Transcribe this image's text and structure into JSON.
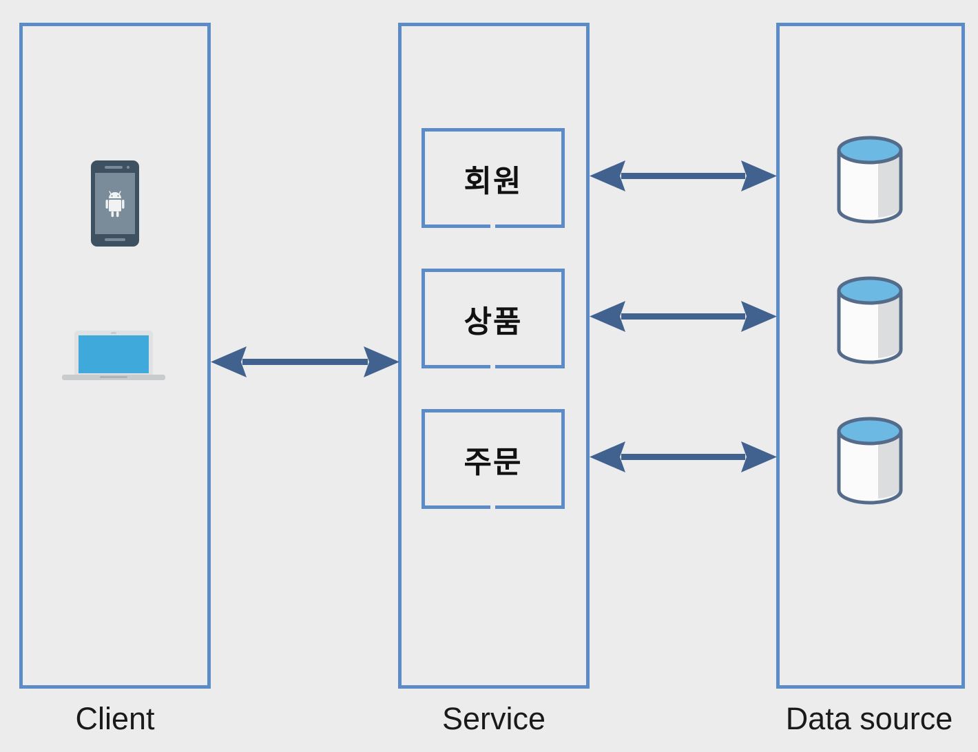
{
  "diagram": {
    "title": "Client / Service / Data source layered architecture",
    "background_color": "#ececec",
    "lane_border_color": "#5b8cc8",
    "arrow_color": "#41618f",
    "db_top_color": "#6cb9e3",
    "db_outline_color": "#546b8a",
    "laptop_screen_color": "#3fa9dc",
    "phone_body_color": "#3e5161",
    "phone_screen_color": "#7a8c99"
  },
  "lanes": [
    {
      "id": "client",
      "label": "Client"
    },
    {
      "id": "service",
      "label": "Service"
    },
    {
      "id": "data_source",
      "label": "Data source"
    }
  ],
  "client": {
    "icons": [
      {
        "name": "android-phone-icon",
        "label": "Android smartphone"
      },
      {
        "name": "laptop-icon",
        "label": "Laptop computer"
      }
    ]
  },
  "service": {
    "boxes": [
      {
        "label": "회원",
        "meaning": "Member"
      },
      {
        "label": "상품",
        "meaning": "Product"
      },
      {
        "label": "주문",
        "meaning": "Order"
      }
    ]
  },
  "data_source": {
    "databases": [
      {
        "name": "database-cylinder-1"
      },
      {
        "name": "database-cylinder-2"
      },
      {
        "name": "database-cylinder-3"
      }
    ]
  },
  "connections": [
    {
      "from": "client",
      "to": "service",
      "style": "double-arrow"
    },
    {
      "from": "service",
      "to": "data_source",
      "style": "double-arrow",
      "row": 1
    },
    {
      "from": "service",
      "to": "data_source",
      "style": "double-arrow",
      "row": 2
    },
    {
      "from": "service",
      "to": "data_source",
      "style": "double-arrow",
      "row": 3
    }
  ]
}
